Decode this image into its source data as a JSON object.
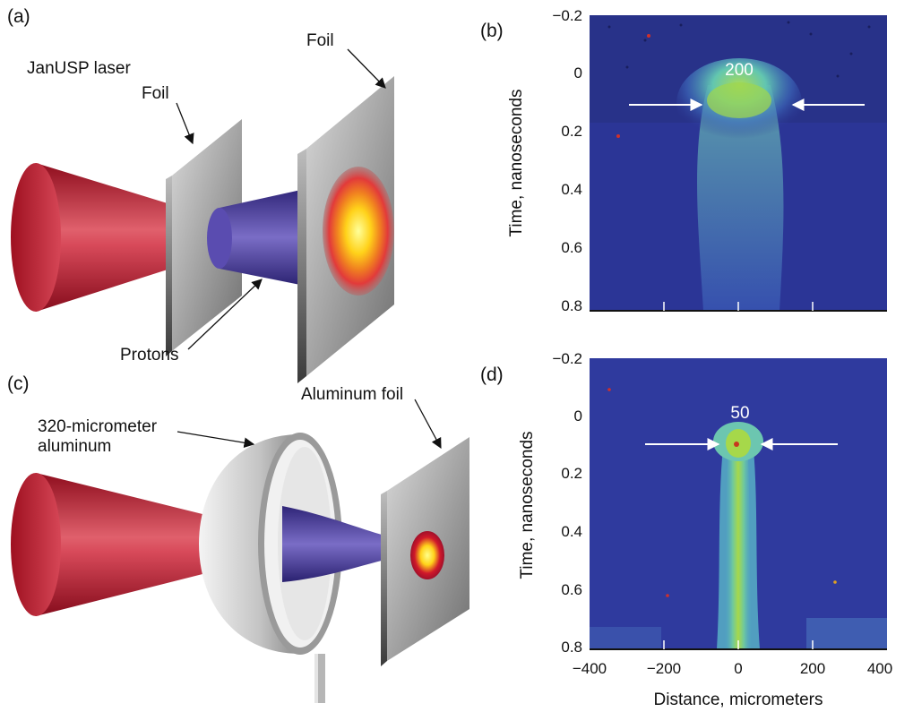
{
  "panels": {
    "a": {
      "tag": "(a)",
      "laser": "JanUSP laser",
      "foil_left": "Foil",
      "foil_right": "Foil",
      "protons": "Protons"
    },
    "b": {
      "tag": "(b)",
      "width_label": "200",
      "ylabel": "Time, nanoseconds"
    },
    "c": {
      "tag": "(c)",
      "shell": [
        "320-micrometer",
        "aluminum"
      ],
      "foil": "Aluminum foil"
    },
    "d": {
      "tag": "(d)",
      "width_label": "50",
      "ylabel": "Time, nanoseconds",
      "xlabel": "Distance, micrometers"
    }
  },
  "axes": {
    "y_ticks": [
      "−0.2",
      "0",
      "0.2",
      "0.4",
      "0.6",
      "0.8"
    ],
    "x_ticks": [
      "−400",
      "−200",
      "0",
      "200",
      "400"
    ]
  },
  "colors": {
    "laser": "#b5142a",
    "protons": "#4a3d9c",
    "streak_bg": "#2b3596",
    "streak_glow": "#8fd36a"
  }
}
